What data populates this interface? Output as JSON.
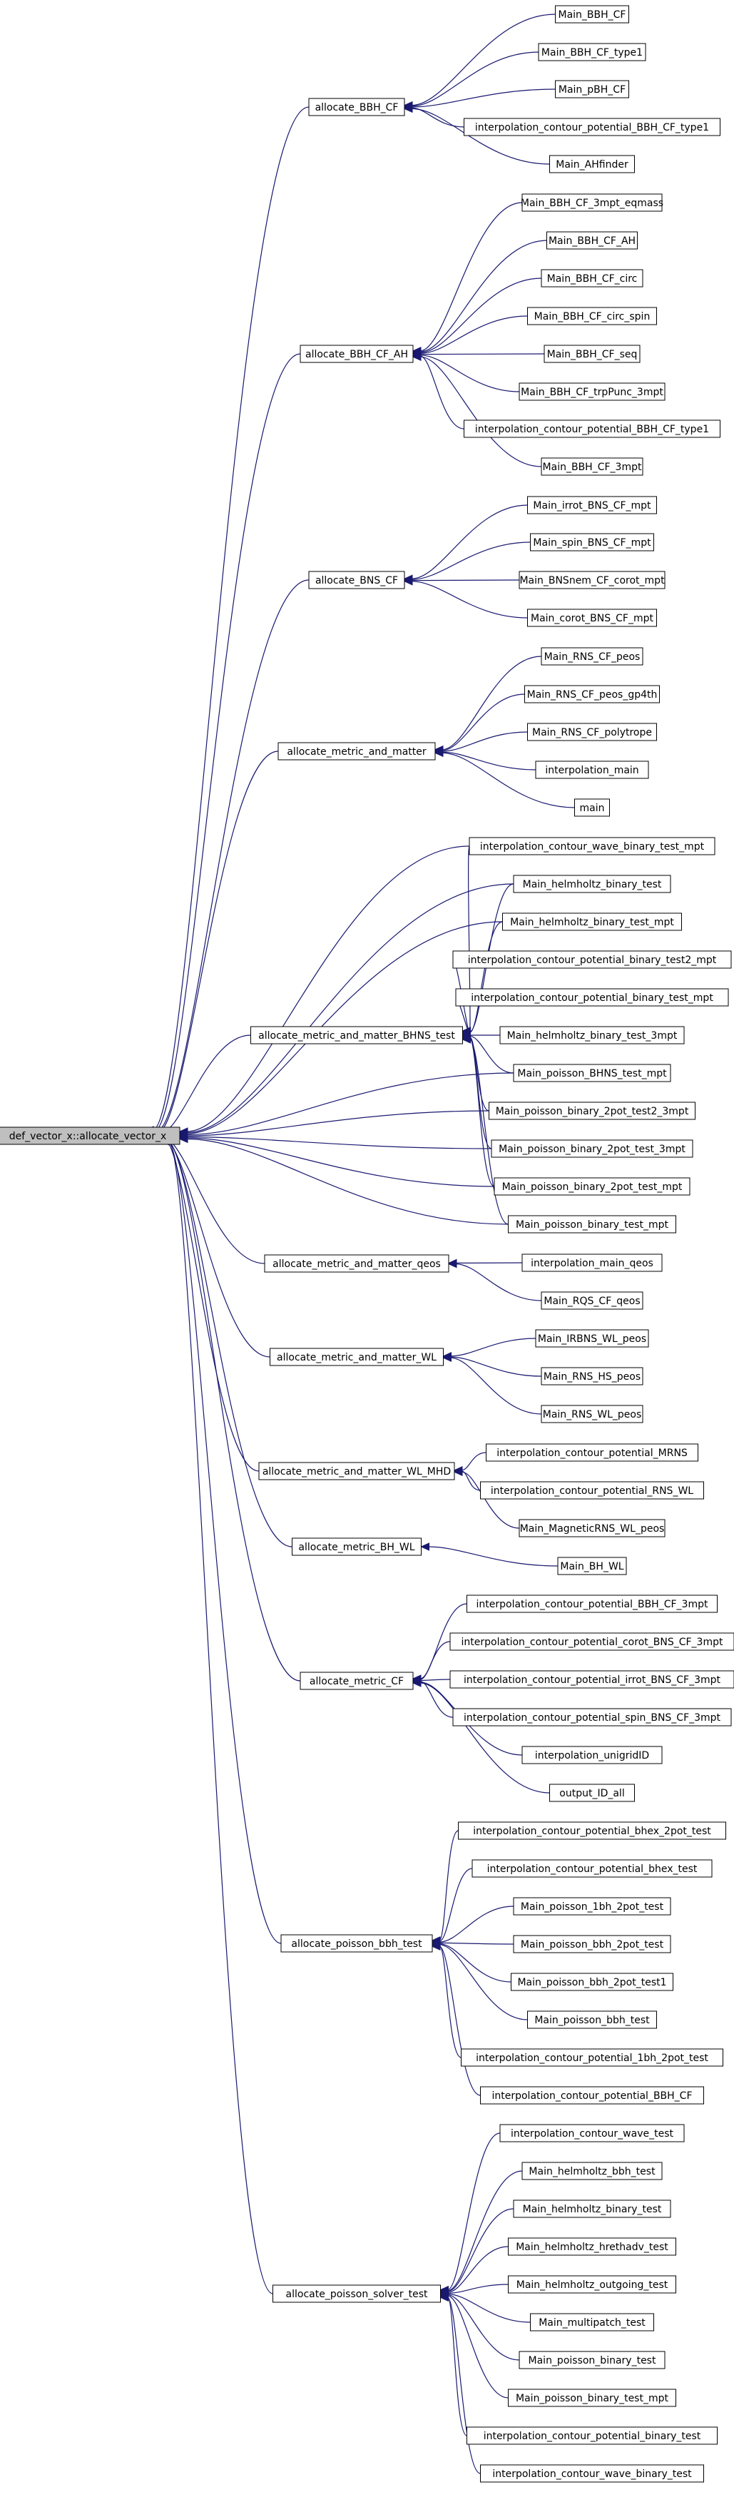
{
  "root": "def_vector_x::allocate_vector_x",
  "groups": [
    {
      "name": "allocate_BBH_CF",
      "callers": [
        "Main_BBH_CF",
        "Main_BBH_CF_type1",
        "Main_pBH_CF",
        "interpolation_contour_potential_BBH_CF_type1",
        "Main_AHfinder"
      ]
    },
    {
      "name": "allocate_BBH_CF_AH",
      "callers": [
        "Main_BBH_CF_3mpt_eqmass",
        "Main_BBH_CF_AH",
        "Main_BBH_CF_circ",
        "Main_BBH_CF_circ_spin",
        "Main_BBH_CF_seq",
        "Main_BBH_CF_trpPunc_3mpt",
        "interpolation_contour_potential_BBH_CF_type1",
        "Main_BBH_CF_3mpt"
      ]
    },
    {
      "name": "allocate_BNS_CF",
      "callers": [
        "Main_irrot_BNS_CF_mpt",
        "Main_spin_BNS_CF_mpt",
        "Main_BNSnem_CF_corot_mpt",
        "Main_corot_BNS_CF_mpt"
      ]
    },
    {
      "name": "allocate_metric_and_matter",
      "callers": [
        "Main_RNS_CF_peos",
        "Main_RNS_CF_peos_gp4th",
        "Main_RNS_CF_polytrope",
        "interpolation_main",
        "main"
      ]
    },
    {
      "name": "allocate_metric_and_matter_BHNS_test",
      "callers": [
        "interpolation_contour_wave_binary_test_mpt",
        "Main_helmholtz_binary_test",
        "Main_helmholtz_binary_test_mpt",
        "interpolation_contour_potential_binary_test2_mpt",
        "interpolation_contour_potential_binary_test_mpt",
        "Main_helmholtz_binary_test_3mpt",
        "Main_poisson_BHNS_test_mpt",
        "Main_poisson_binary_2pot_test2_3mpt",
        "Main_poisson_binary_2pot_test_3mpt",
        "Main_poisson_binary_2pot_test_mpt",
        "Main_poisson_binary_test_mpt"
      ]
    },
    {
      "name": "allocate_metric_and_matter_qeos",
      "callers": [
        "interpolation_main_qeos",
        "Main_RQS_CF_qeos"
      ]
    },
    {
      "name": "allocate_metric_and_matter_WL",
      "callers": [
        "Main_IRBNS_WL_peos",
        "Main_RNS_HS_peos",
        "Main_RNS_WL_peos"
      ]
    },
    {
      "name": "allocate_metric_and_matter_WL_MHD",
      "callers": [
        "interpolation_contour_potential_MRNS",
        "interpolation_contour_potential_RNS_WL",
        "Main_MagneticRNS_WL_peos"
      ]
    },
    {
      "name": "allocate_metric_BH_WL",
      "callers": [
        "Main_BH_WL"
      ]
    },
    {
      "name": "allocate_metric_CF",
      "callers": [
        "interpolation_contour_potential_BBH_CF_3mpt",
        "interpolation_contour_potential_corot_BNS_CF_3mpt",
        "interpolation_contour_potential_irrot_BNS_CF_3mpt",
        "interpolation_contour_potential_spin_BNS_CF_3mpt",
        "interpolation_unigridID",
        "output_ID_all"
      ]
    },
    {
      "name": "allocate_poisson_bbh_test",
      "callers": [
        "interpolation_contour_potential_bhex_2pot_test",
        "interpolation_contour_potential_bhex_test",
        "Main_poisson_1bh_2pot_test",
        "Main_poisson_bbh_2pot_test",
        "Main_poisson_bbh_2pot_test1",
        "Main_poisson_bbh_test",
        "interpolation_contour_potential_1bh_2pot_test",
        "interpolation_contour_potential_BBH_CF"
      ]
    },
    {
      "name": "allocate_poisson_solver_test",
      "callers": [
        "interpolation_contour_wave_test",
        "Main_helmholtz_bbh_test",
        "Main_helmholtz_binary_test",
        "Main_helmholtz_hrethadv_test",
        "Main_helmholtz_outgoing_test",
        "Main_multipatch_test",
        "Main_poisson_binary_test",
        "Main_poisson_binary_test_mpt",
        "interpolation_contour_potential_binary_test",
        "interpolation_contour_wave_binary_test"
      ]
    }
  ],
  "direct_root_callers": [
    0,
    1,
    2,
    6,
    7,
    8,
    9,
    10
  ],
  "colors": {
    "edge": "#191970",
    "node_fill": "#ffffff",
    "root_fill": "#bfbfbf",
    "node_stroke": "#000000"
  }
}
